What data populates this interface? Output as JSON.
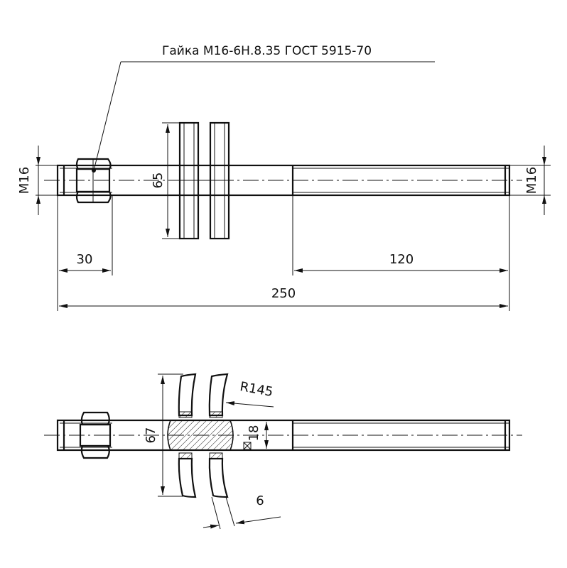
{
  "callout": {
    "nut_spec": "Гайка М16-6Н.8.35 ГОСТ 5915-70"
  },
  "top_view": {
    "thread_left": "М16",
    "thread_right": "М16",
    "disc_diameter": "65",
    "thread_length_left": "30",
    "thread_length_right": "120",
    "total_length": "250"
  },
  "bottom_view": {
    "radius": "R145",
    "outer_size": "67",
    "square_size": "18",
    "thickness": "6"
  }
}
